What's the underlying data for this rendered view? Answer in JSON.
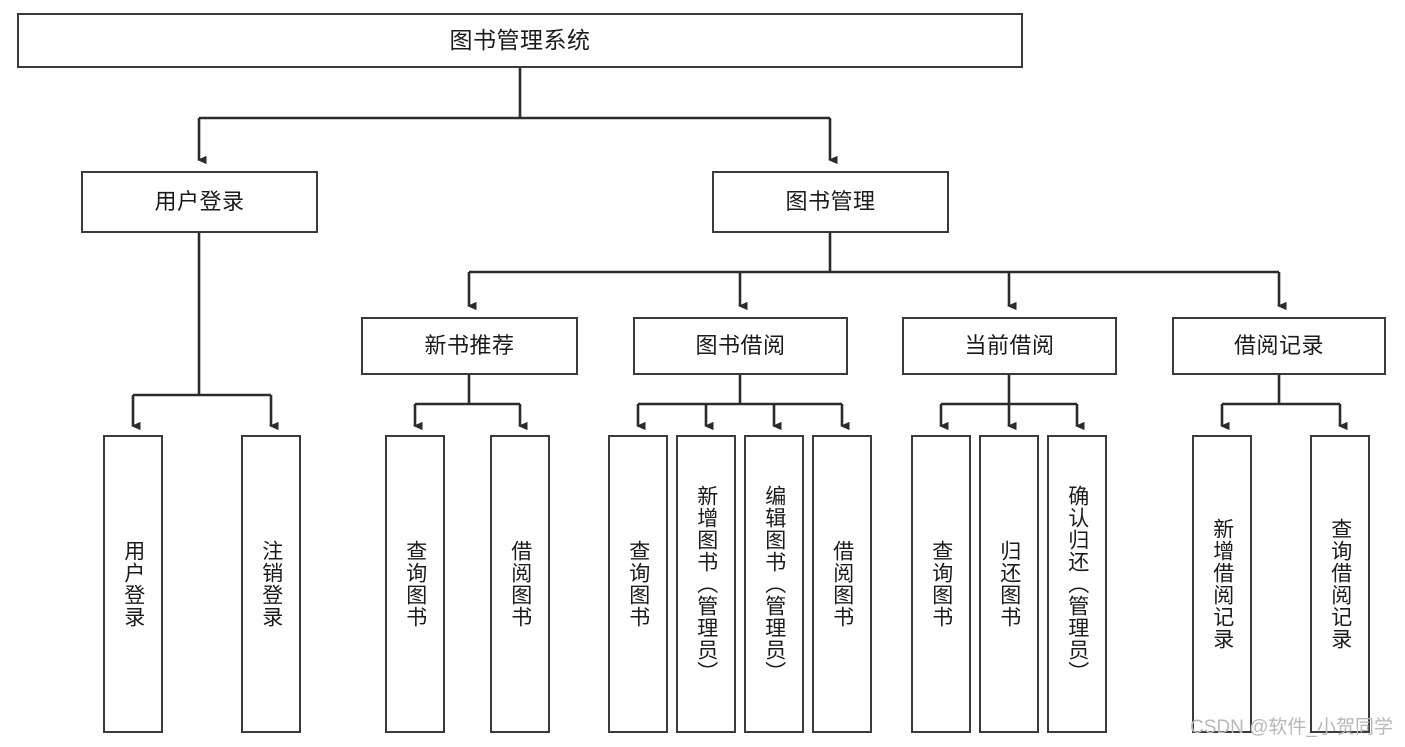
{
  "diagram": {
    "title": "图书管理系统",
    "type": "tree-hierarchy-chart",
    "orientation": "top-down",
    "colors": {
      "box_border": "#3a3a3a",
      "box_fill": "#ffffff",
      "edge": "#2b2b2b",
      "text": "#1b1b1b",
      "watermark": "#b8b8b8",
      "canvas": "#ffffff"
    }
  },
  "watermark": {
    "text": "CSDN @软件_小贺同学"
  },
  "nodes": {
    "root": {
      "label": "图书管理系统"
    },
    "level2": [
      {
        "id": "user-login",
        "label": "用户登录"
      },
      {
        "id": "book-manage",
        "label": "图书管理"
      }
    ],
    "level3": [
      {
        "id": "new-book-recommend",
        "label": "新书推荐"
      },
      {
        "id": "book-borrow",
        "label": "图书借阅"
      },
      {
        "id": "current-borrow",
        "label": "当前借阅"
      },
      {
        "id": "borrow-record",
        "label": "借阅记录"
      }
    ],
    "leaves": {
      "user_login": [
        {
          "id": "leaf-user-login",
          "label": "用户登录"
        },
        {
          "id": "leaf-logout-login",
          "label": "注销登录"
        }
      ],
      "new_book_recommend": [
        {
          "id": "leaf-query-book-1",
          "label": "查询图书"
        },
        {
          "id": "leaf-borrow-book-1",
          "label": "借阅图书"
        }
      ],
      "book_borrow": [
        {
          "id": "leaf-query-book-2",
          "label": "查询图书"
        },
        {
          "id": "leaf-add-book",
          "label": "新增图书（管理员）"
        },
        {
          "id": "leaf-edit-book",
          "label": "编辑图书（管理员）"
        },
        {
          "id": "leaf-borrow-book-2",
          "label": "借阅图书"
        }
      ],
      "current_borrow": [
        {
          "id": "leaf-query-book-3",
          "label": "查询图书"
        },
        {
          "id": "leaf-return-book",
          "label": "归还图书"
        },
        {
          "id": "leaf-confirm-return",
          "label": "确认归还（管理员）"
        }
      ],
      "borrow_record": [
        {
          "id": "leaf-add-record",
          "label": "新增借阅记录"
        },
        {
          "id": "leaf-query-record",
          "label": "查询借阅记录"
        }
      ]
    }
  },
  "chart_data": {
    "type": "table",
    "title": "图书管理系统",
    "tree": [
      {
        "label": "图书管理系统",
        "children": [
          {
            "label": "用户登录",
            "children": [
              {
                "label": "用户登录"
              },
              {
                "label": "注销登录"
              }
            ]
          },
          {
            "label": "图书管理",
            "children": [
              {
                "label": "新书推荐",
                "children": [
                  {
                    "label": "查询图书"
                  },
                  {
                    "label": "借阅图书"
                  }
                ]
              },
              {
                "label": "图书借阅",
                "children": [
                  {
                    "label": "查询图书"
                  },
                  {
                    "label": "新增图书（管理员）"
                  },
                  {
                    "label": "编辑图书（管理员）"
                  },
                  {
                    "label": "借阅图书"
                  }
                ]
              },
              {
                "label": "当前借阅",
                "children": [
                  {
                    "label": "查询图书"
                  },
                  {
                    "label": "归还图书"
                  },
                  {
                    "label": "确认归还（管理员）"
                  }
                ]
              },
              {
                "label": "借阅记录",
                "children": [
                  {
                    "label": "新增借阅记录"
                  },
                  {
                    "label": "查询借阅记录"
                  }
                ]
              }
            ]
          }
        ]
      }
    ]
  }
}
